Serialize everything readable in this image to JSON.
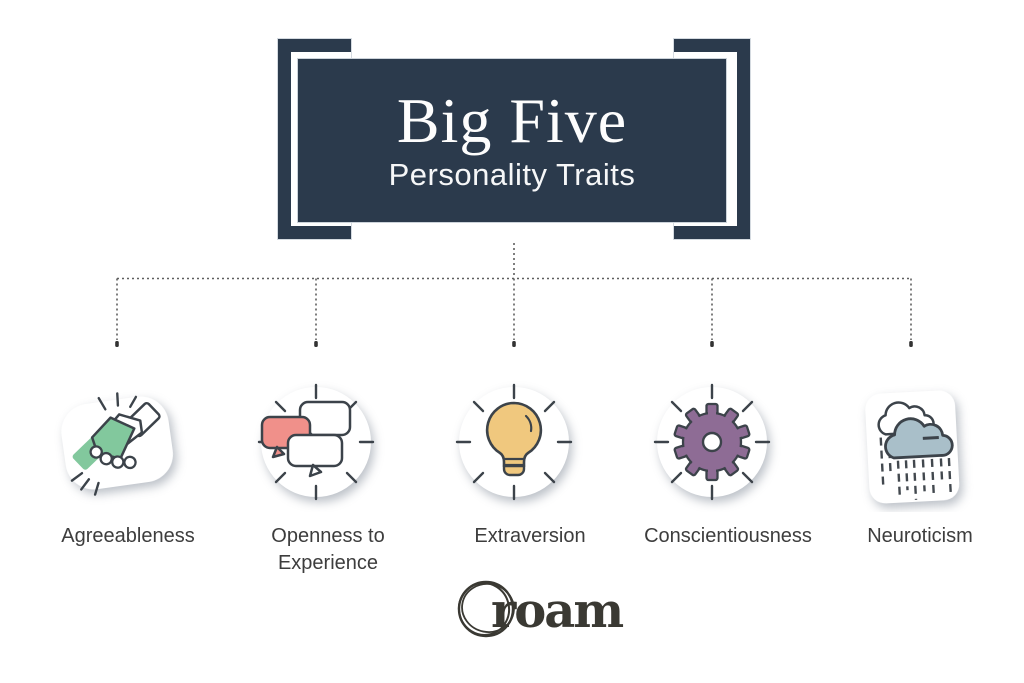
{
  "header": {
    "title": "Big Five",
    "subtitle": "Personality Traits",
    "box_color": "#2b3a4c",
    "text_color": "#ffffff"
  },
  "traits": [
    {
      "label": "Agreeableness",
      "icon": "handshake-icon",
      "accent_color": "#82c89d"
    },
    {
      "label": "Openness to Experience",
      "icon": "speech-bubbles-icon",
      "accent_color": "#f0908a"
    },
    {
      "label": "Extraversion",
      "icon": "lightbulb-icon",
      "accent_color": "#f0c87e"
    },
    {
      "label": "Conscientiousness",
      "icon": "gear-icon",
      "accent_color": "#8e6c95"
    },
    {
      "label": "Neuroticism",
      "icon": "rain-cloud-icon",
      "accent_color": "#a9bfc9"
    }
  ],
  "connector": {
    "color": "#5e5e5e",
    "style": "dotted"
  },
  "outline_color": "#3c434a",
  "footer": {
    "logo_text": "roam",
    "logo_color": "#3a3933"
  }
}
